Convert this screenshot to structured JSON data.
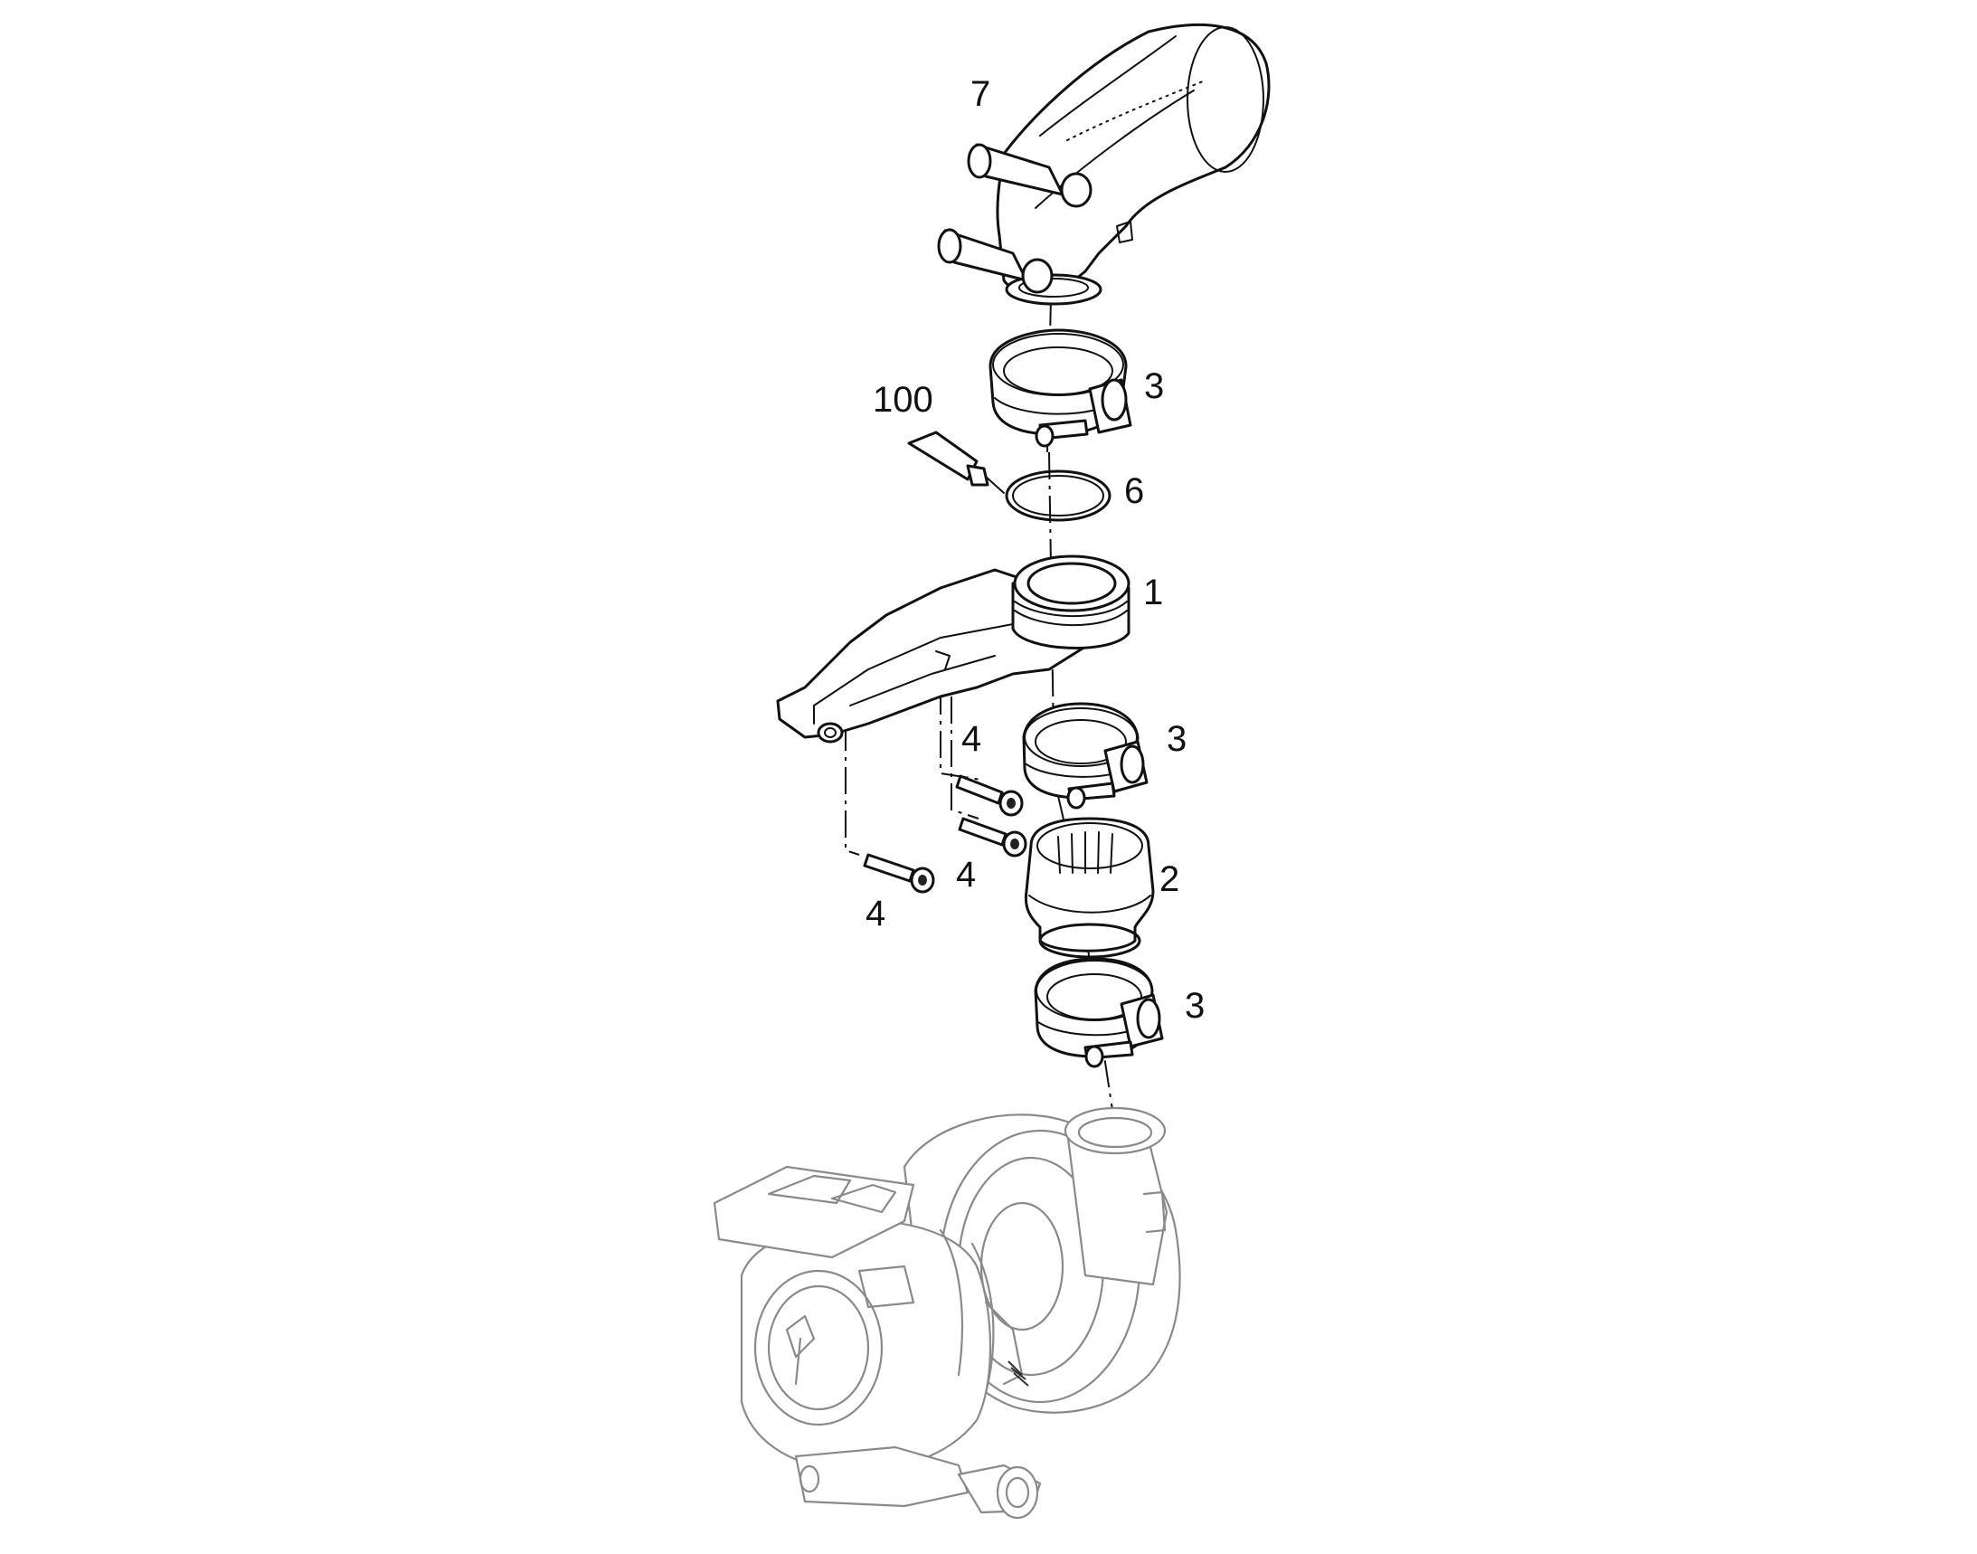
{
  "callouts": [
    {
      "id": "callout-7",
      "text": "7"
    },
    {
      "id": "callout-3-top",
      "text": "3"
    },
    {
      "id": "callout-100",
      "text": "100"
    },
    {
      "id": "callout-6",
      "text": "6"
    },
    {
      "id": "callout-1",
      "text": "1"
    },
    {
      "id": "callout-3-middle",
      "text": "3"
    },
    {
      "id": "callout-4-upper",
      "text": "4"
    },
    {
      "id": "callout-2",
      "text": "2"
    },
    {
      "id": "callout-4-middle",
      "text": "4"
    },
    {
      "id": "callout-4-lower",
      "text": "4"
    },
    {
      "id": "callout-3-bottom",
      "text": "3"
    }
  ],
  "colors": {
    "line": "#111111",
    "ghost": "#8a8a8a",
    "background": "#ffffff"
  }
}
